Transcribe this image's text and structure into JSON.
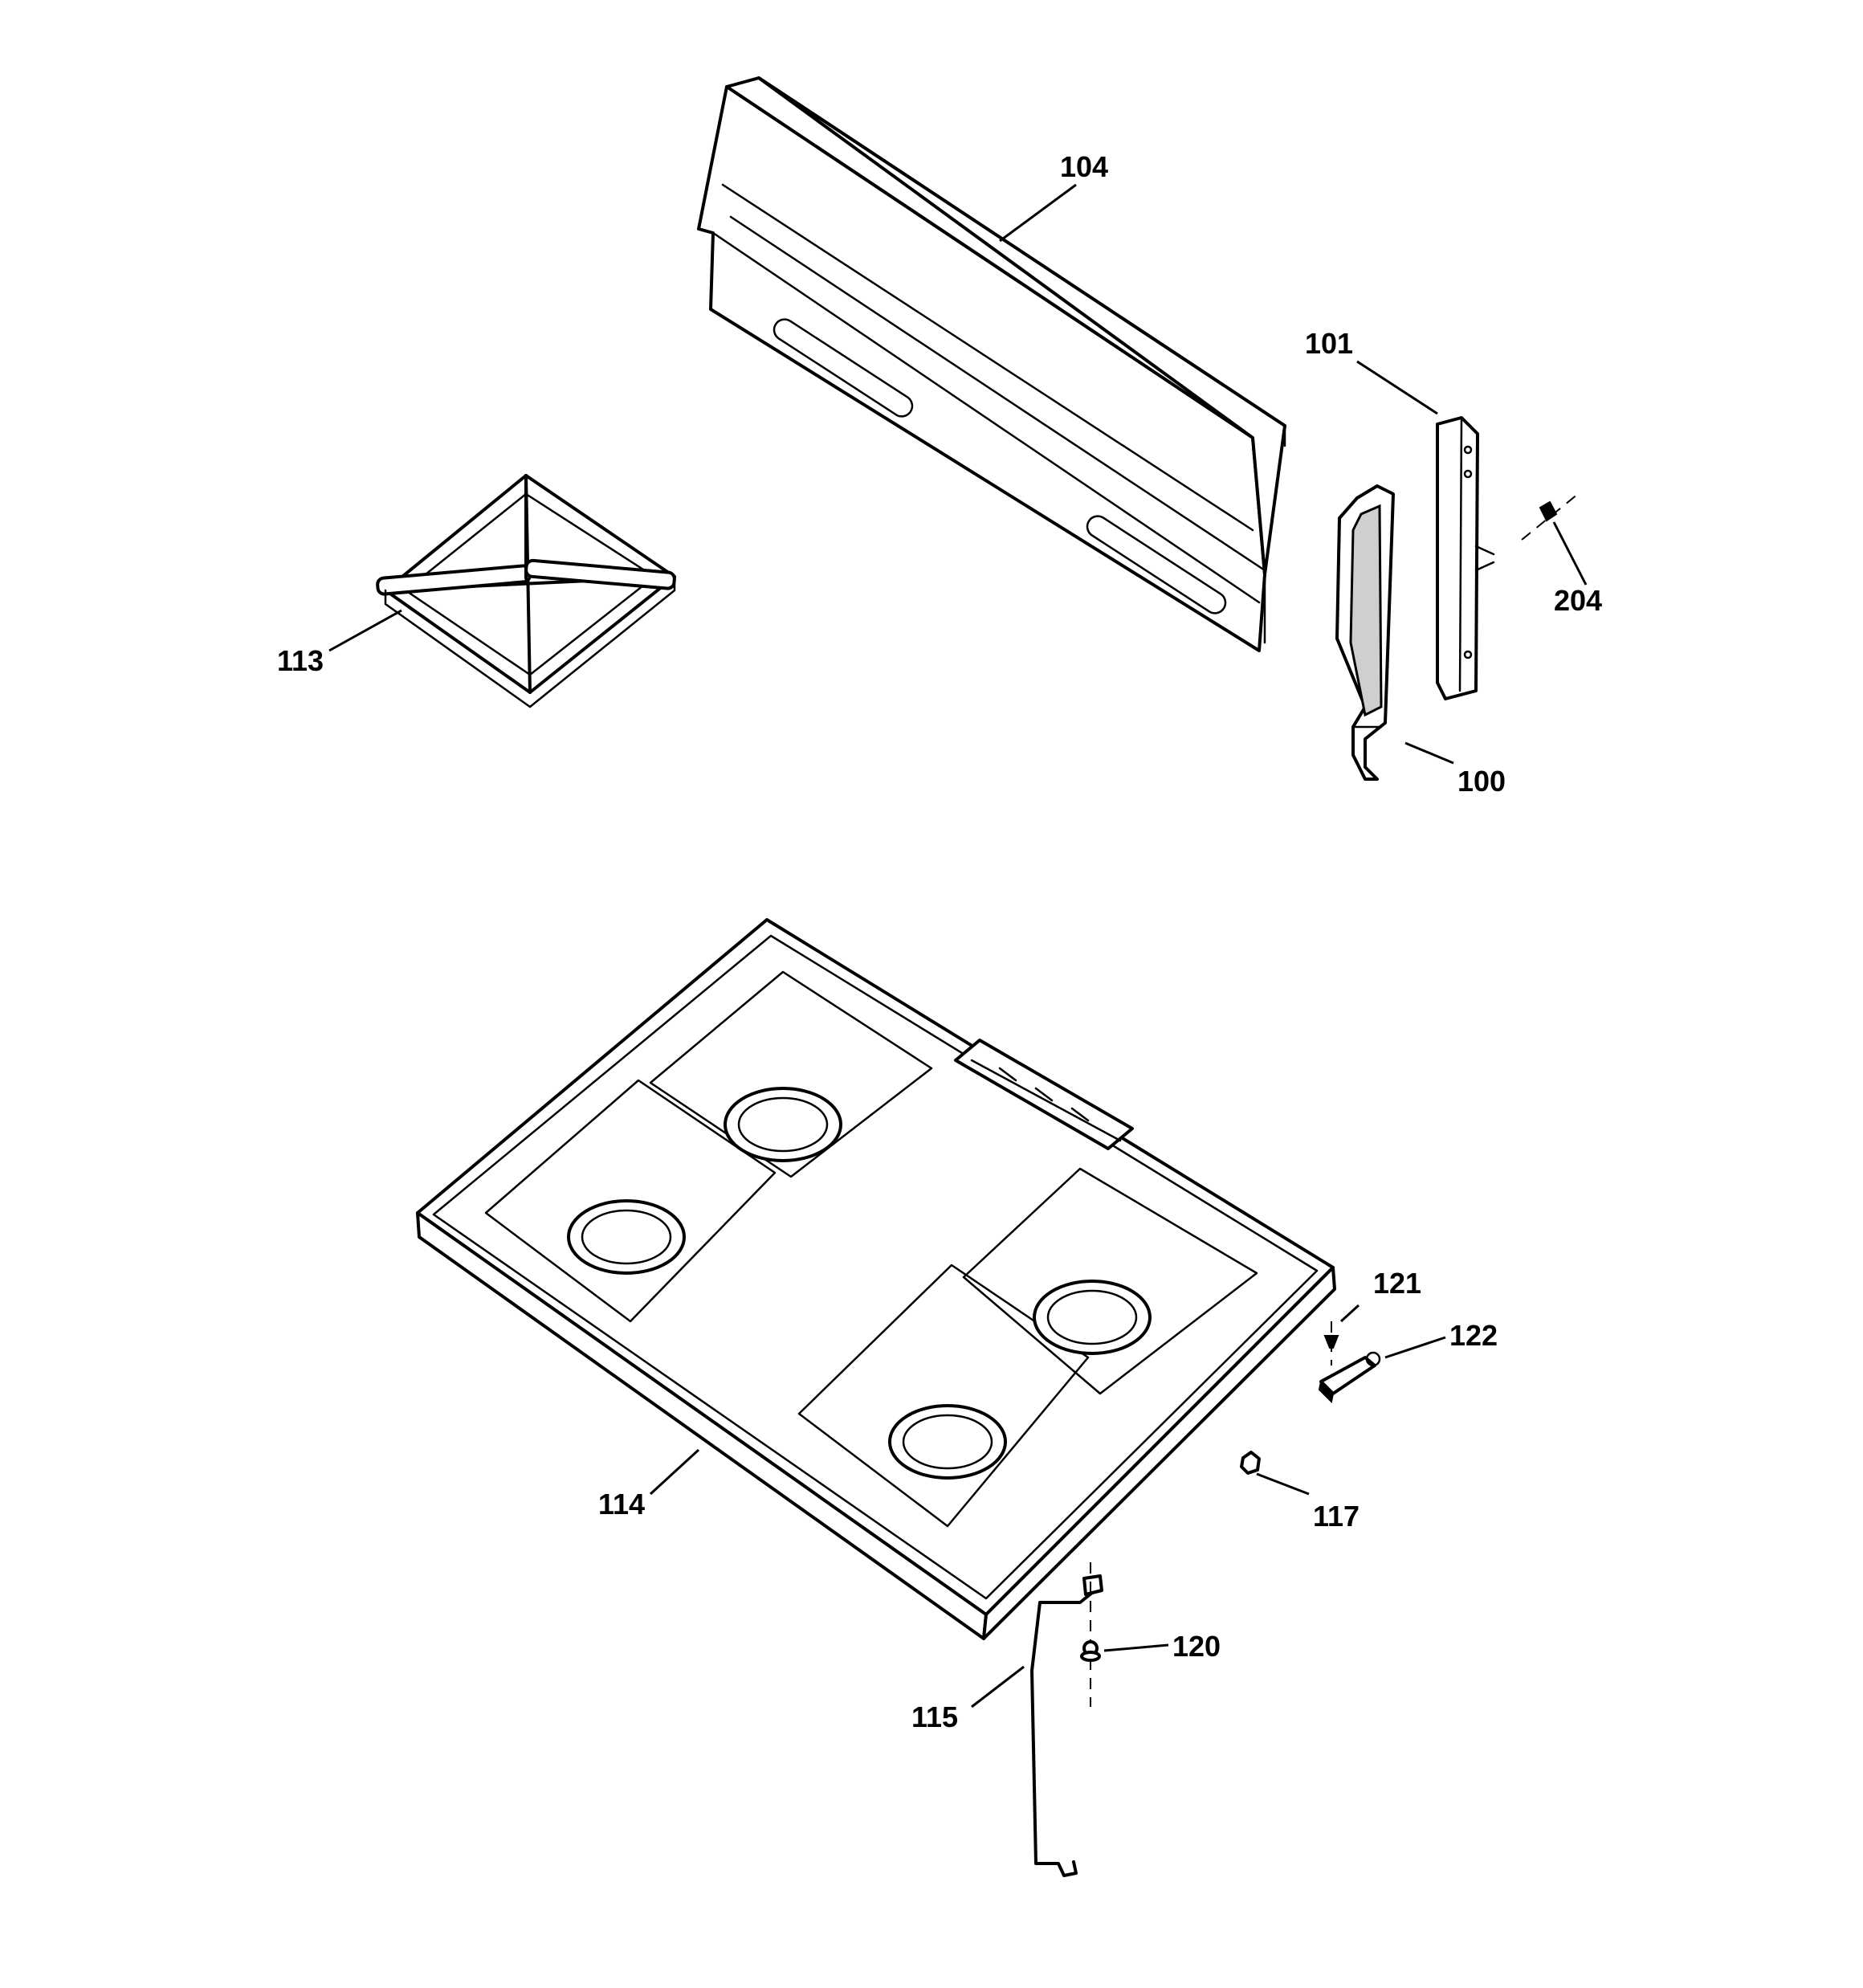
{
  "callouts": {
    "c100": "100",
    "c101": "101",
    "c104": "104",
    "c113": "113",
    "c114": "114",
    "c115": "115",
    "c117": "117",
    "c120": "120",
    "c121": "121",
    "c122": "122",
    "c204": "204"
  }
}
